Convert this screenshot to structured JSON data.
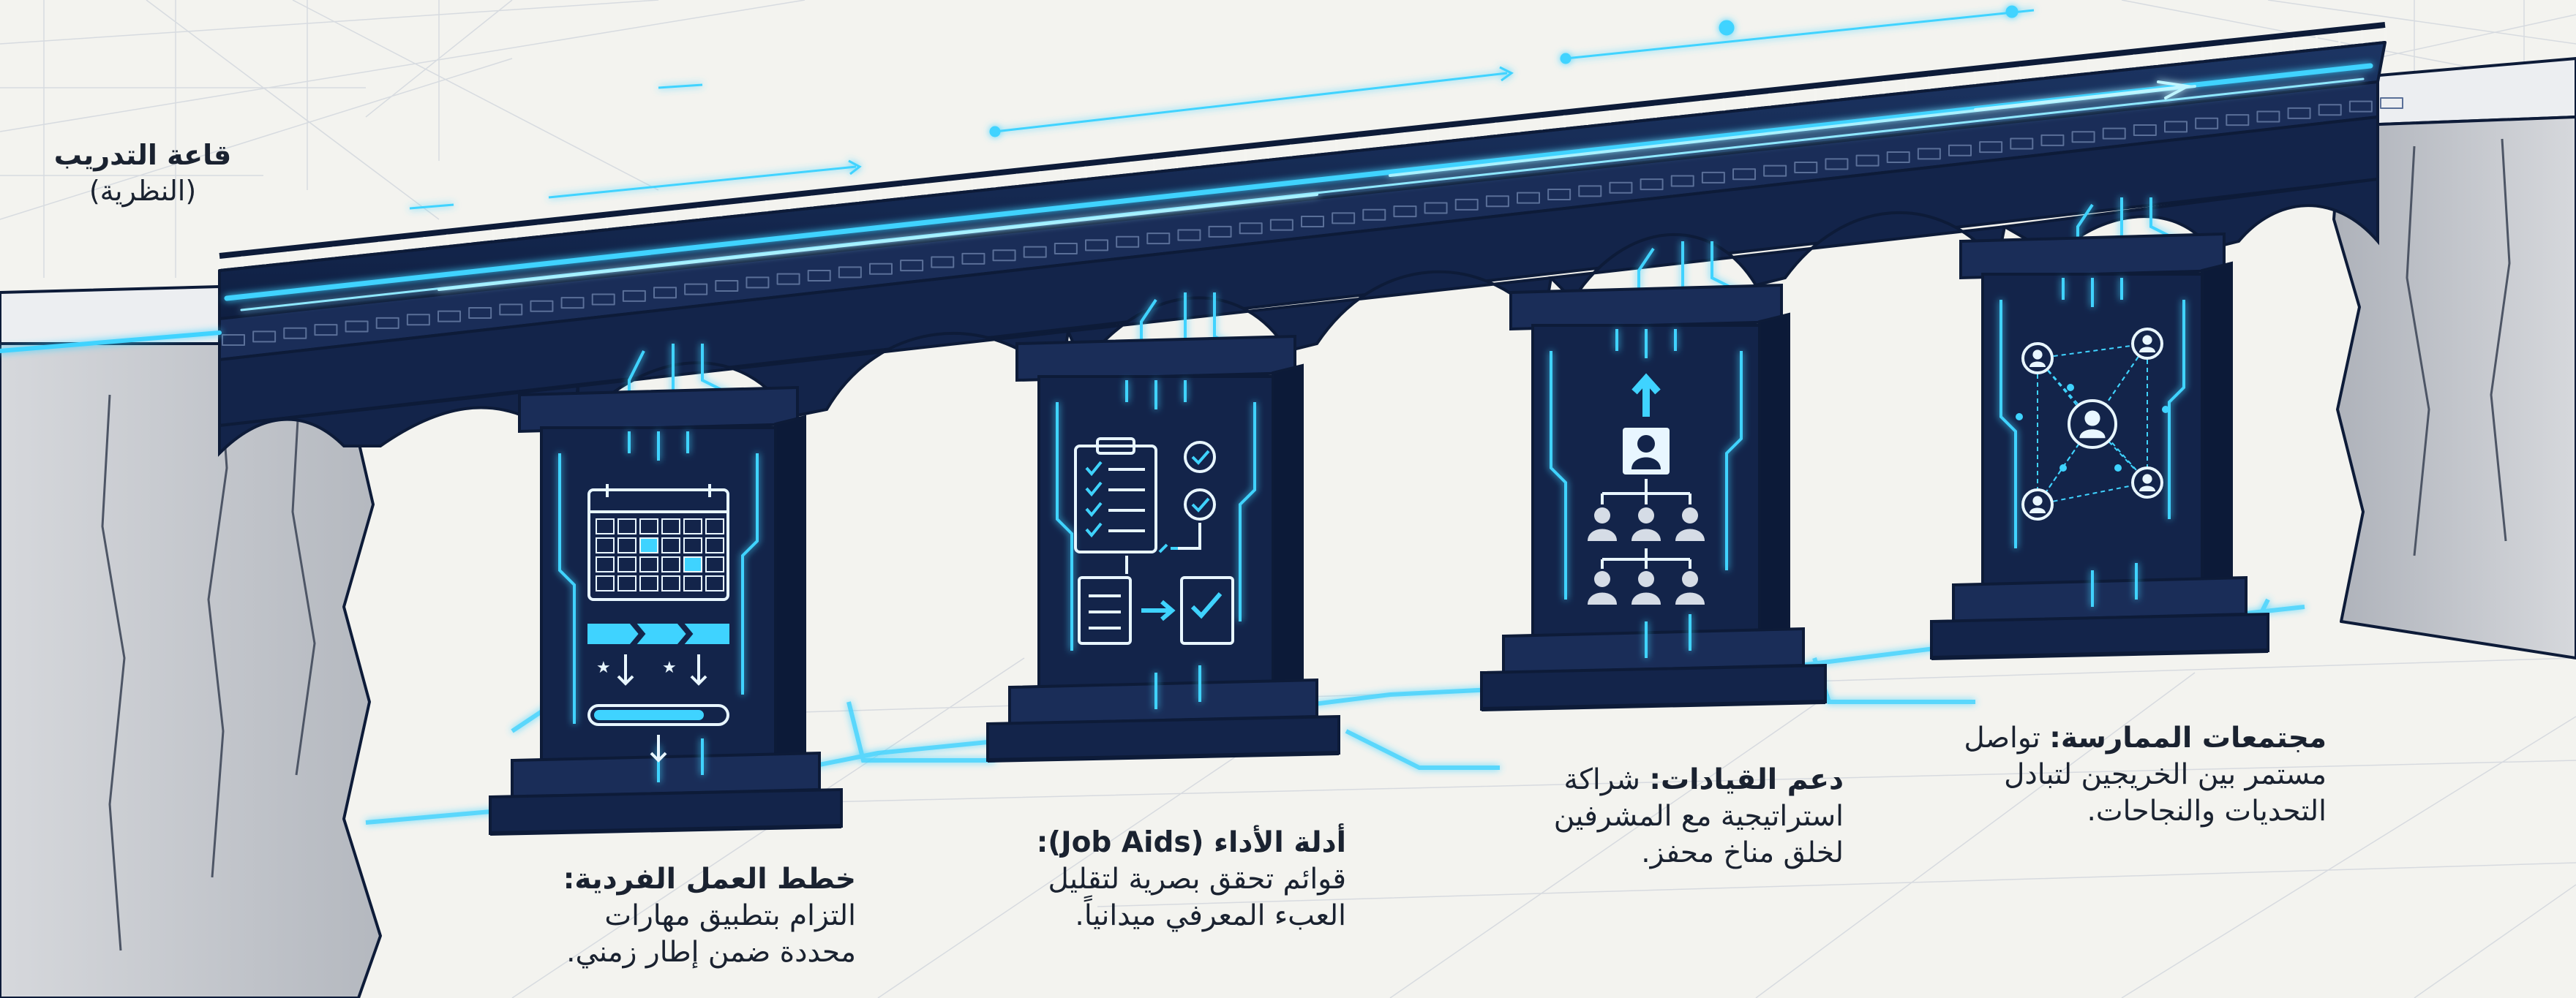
{
  "colors": {
    "background": "#f3f3ef",
    "bridge_navy": "#14254c",
    "circuit_cyan": "#3fd3ff",
    "glow_cyan": "#00bfff",
    "cliff_gray": "#c8cbd1",
    "outline": "#0d1b38",
    "text": "#1a2230"
  },
  "origin_label": {
    "title": "قاعة التدريب",
    "subtitle": "(النظرية)"
  },
  "pillars": [
    {
      "title": "خطط العمل الفردية:",
      "desc_lines": [
        "التزام بتطبيق مهارات",
        "محددة ضمن إطار زمني."
      ],
      "icon": "calendar-icon"
    },
    {
      "title": "أدلة الأداء (Job Aids):",
      "desc_lines": [
        "قوائم تحقق بصرية لتقليل",
        "العبء المعرفي ميدانياً."
      ],
      "icon": "checklist-icon"
    },
    {
      "title": "دعم القيادات:",
      "title_tail": "شراكة",
      "desc_lines": [
        "استراتيجية مع المشرفين",
        "لخلق مناخ محفز."
      ],
      "icon": "org-chart-icon"
    },
    {
      "title": "مجتمعات الممارسة:",
      "title_tail": "تواصل",
      "desc_lines": [
        "مستمر بين الخريجين لتبادل",
        "التحديات والنجاحات."
      ],
      "icon": "network-icon"
    }
  ]
}
